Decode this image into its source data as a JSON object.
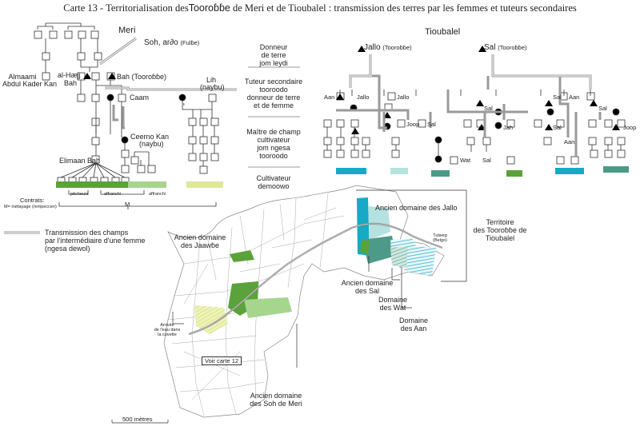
{
  "title": {
    "prefix": "Carte 13 - Territorialisation des",
    "emph": "Tooroɓɓe",
    "suffix": " de Meri et de Tioubalel : transmission des terres par les femmes et tuteurs secondaires"
  },
  "sections": {
    "meri": "Meri",
    "tioubalel": "Tioubalel"
  },
  "meri_labels": {
    "soh": "Soh, ar∂o",
    "soh_note": "(Fulɓe)",
    "almaami_1": "Almaami",
    "almaami_2": "Abdul Kader Kan",
    "alhajj_1": "al-Hæjj",
    "alhajj_2": "Bah",
    "bah": "Bah",
    "bah_note": "(Tooroɓɓe)",
    "caam": "Caam",
    "lih_1": "Lih",
    "lih_2": "(naybu)",
    "ceerno_1": "Ceerno Kan",
    "ceerno_2": "(naybu)",
    "elimaan": "Elimaan Bah",
    "pecheurs": "pêcheurs",
    "affranchi_1": "affranchi",
    "affranchi_2": "affranchi",
    "contrats_1": "Contrats:",
    "contrats_2": "M= métayage (rempeccen)",
    "m": "M"
  },
  "tiers": {
    "donneur": [
      "Donneur",
      "de terre",
      "jom leydi"
    ],
    "tuteur": [
      "Tuteur secondaire",
      "tooroodo",
      "donneur de terre",
      "et de femme"
    ],
    "maitre": [
      "Maître de champ",
      "cultivateur",
      "jom ngesa",
      "tooroodo"
    ],
    "cultivateur": [
      "Cultivateur",
      "demoowo"
    ]
  },
  "tioubalel_labels": {
    "jallo": "Jallo",
    "jallo_note": "(Tooroɓɓe)",
    "sal": "Sal",
    "sal_note": "(Tooroɓɓe)",
    "aan_1": "Aan",
    "jallo_1": "Jallo",
    "jallo_2": "Jallo",
    "joop_1": "Joop",
    "sal_1": "Sal",
    "wat": "Wat",
    "sal_2": "Sal",
    "sal_3": "Sal",
    "jah": "Jah",
    "sal_4": "Sal",
    "sal_5": "Sal",
    "aan_2": "Aan",
    "aan_3": "Aan",
    "sal_6": "Sal",
    "joop_2": "Joop"
  },
  "legend": {
    "transmission": [
      "Transmission des champs",
      "par l'intermédiaire d'une femme",
      "(ngesa dewol)"
    ]
  },
  "map_labels": {
    "jaawbe": [
      "Ancien domaine",
      "des Jaawɓe"
    ],
    "jallo_domain": "Ancien domaine des Jallo",
    "territoire": [
      "Territoire",
      "des Tooroɓɓe de",
      "Tioubalel"
    ],
    "tulweg": [
      "Tulweg",
      "(Belgo)"
    ],
    "sal_domain": [
      "Ancien domaine",
      "des Sal"
    ],
    "wat_domain": [
      "Domaine",
      "des Wat"
    ],
    "aan_domain": [
      "Domaine",
      "des Aan"
    ],
    "arrivee": [
      "Arrivée",
      "de l'eau dans",
      "la cuvette"
    ],
    "voir": "Voir carte 12",
    "soh_domain": [
      "Ancien domaine",
      "des Soh de Meri"
    ],
    "scale": "500 mètres"
  },
  "colors": {
    "dark_green": "#5aa23a",
    "light_green": "#a6d58e",
    "pale_yellow": "#dfe89a",
    "cyan": "#17a9c6",
    "pale_cyan": "#b3e2e0",
    "teal": "#4d9a88",
    "gray_line": "#9a9a9a"
  }
}
